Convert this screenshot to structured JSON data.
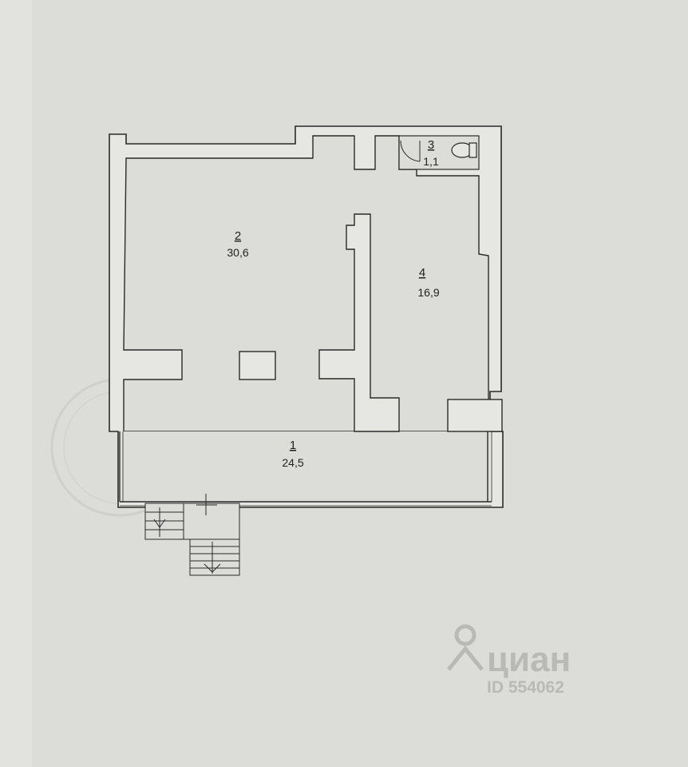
{
  "rooms": [
    {
      "number": "1",
      "area": "24,5"
    },
    {
      "number": "2",
      "area": "30,6"
    },
    {
      "number": "3",
      "area": "1,1"
    },
    {
      "number": "4",
      "area": "16,9"
    }
  ],
  "watermark": {
    "brand": "циан",
    "id": "ID 554062"
  },
  "colors": {
    "paper": "#dcdcd8",
    "wall": "#e6e6e2",
    "line": "#2a2a2a",
    "watermark": "#b9b9b6"
  }
}
